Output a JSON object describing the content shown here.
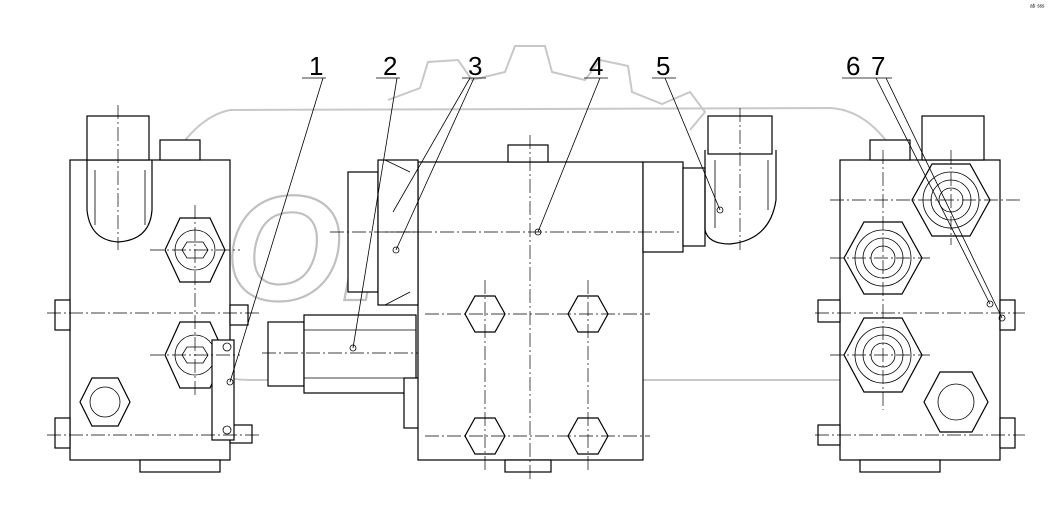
{
  "drawing": {
    "watermark_text": "OPEX",
    "corner_mark": "ᵃᵇ ˢˢˢ",
    "callouts": [
      {
        "id": "1",
        "label": "1"
      },
      {
        "id": "2",
        "label": "2"
      },
      {
        "id": "3",
        "label": "3"
      },
      {
        "id": "4",
        "label": "4"
      },
      {
        "id": "5",
        "label": "5"
      },
      {
        "id": "6",
        "label": "6"
      },
      {
        "id": "7",
        "label": "7"
      }
    ]
  }
}
